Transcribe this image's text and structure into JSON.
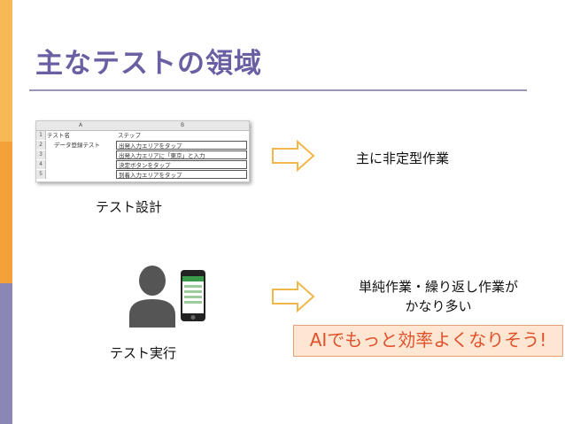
{
  "colors": {
    "title": "#6b5fa3",
    "rule": "#9b97b8",
    "sidebar_top": "#f7b955",
    "sidebar_mid": "#f3a23a",
    "sidebar_bottom": "#8a86b5",
    "arrow_stroke": "#f0b84a",
    "highlight_text": "#e0502a",
    "highlight_bg": "#fde6d2",
    "highlight_border": "#e8a07a",
    "person": "#555555",
    "phone": "#222222"
  },
  "slide": {
    "title": "主なテストの領域"
  },
  "sheet": {
    "col_a": "A",
    "col_b": "B",
    "rows": [
      {
        "num": "1",
        "a": "テスト名",
        "b": "ステップ"
      },
      {
        "num": "2",
        "a": "データ登録テスト",
        "b": "出発入力エリアをタップ"
      },
      {
        "num": "3",
        "a": "",
        "b": "出発入力エリアに「東京」と入力"
      },
      {
        "num": "4",
        "a": "",
        "b": "決定ボタンをタップ"
      },
      {
        "num": "5",
        "a": "",
        "b": "到着入力エリアをタップ"
      }
    ]
  },
  "design": {
    "caption": "テスト設計",
    "result": "主に非定型作業"
  },
  "execution": {
    "caption": "テスト実行",
    "result_line1": "単純作業・繰り返し作業が",
    "result_line2": "かなり多い",
    "highlight": "AIでもっと効率よくなりそう!"
  },
  "icons": {
    "person": "person-icon",
    "phone": "smartphone-icon",
    "arrow": "right-arrow-icon"
  }
}
